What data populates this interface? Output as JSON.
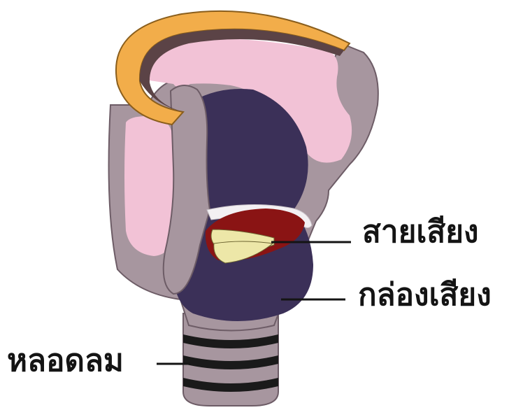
{
  "labels": {
    "vocal_cords": "สายเสียง",
    "larynx": "กล่องเสียง",
    "trachea": "หลอดลม"
  },
  "colors": {
    "cartilage_gray": "#a7969f",
    "cartilage_outline": "#6d5c66",
    "pink_tissue": "#f2c2d6",
    "epiglottis_orange": "#f2ad4a",
    "interior_purple": "#3b3058",
    "vocal_fold_red": "#8a1414",
    "vocal_fold_cream": "#ede7a8",
    "ring_black": "#1a1a1a",
    "leader_line": "#141414"
  }
}
